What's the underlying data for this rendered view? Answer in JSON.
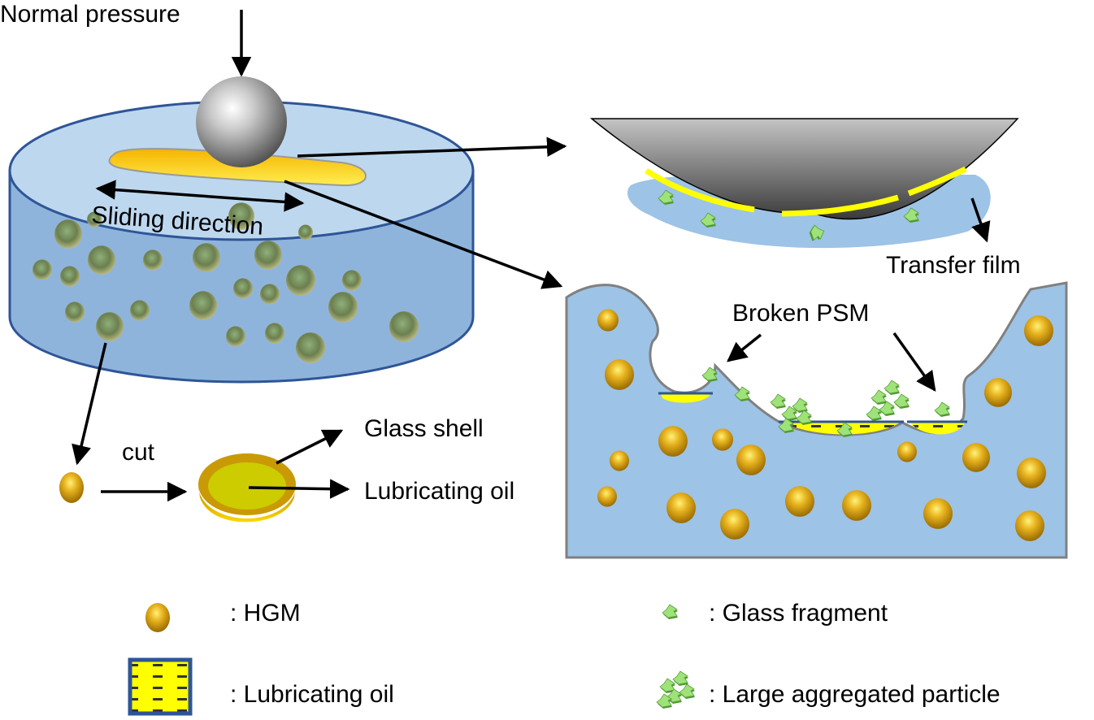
{
  "labels": {
    "normal_pressure": "Normal pressure",
    "sliding_direction": "Sliding direction",
    "transfer_film": "Transfer film",
    "broken_psm": "Broken PSM",
    "cut": "cut",
    "glass_shell": "Glass shell",
    "lubricating_oil": "Lubricating oil"
  },
  "legend": [
    {
      "symbol": "hgm-sphere",
      "text": ": HGM"
    },
    {
      "symbol": "lubricating-oil-swatch",
      "text": ": Lubricating oil"
    },
    {
      "symbol": "glass-fragment",
      "text": ": Glass fragment"
    },
    {
      "symbol": "aggregated-particle",
      "text": ": Large aggregated particle"
    }
  ],
  "colors": {
    "matrix_blue": "#9dc3e6",
    "cylinder_top": "#bdd7ee",
    "cylinder_border": "#2e5597",
    "oil_yellow": "#ffff00",
    "hgm_gold": "#d4a017",
    "fragment_green": "#8fdc6b",
    "wear_scar": "#ffd21f"
  }
}
